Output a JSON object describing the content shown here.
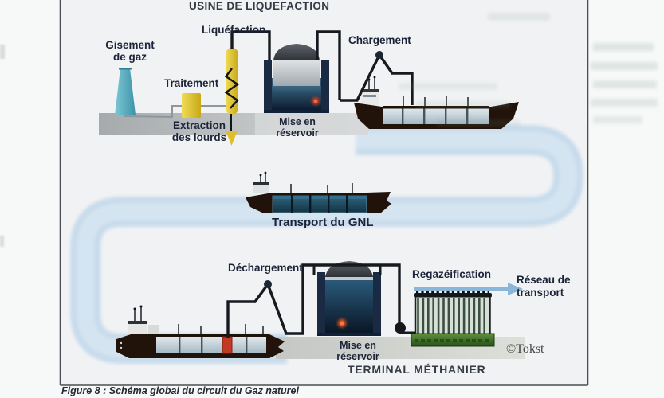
{
  "plant": {
    "title": "USINE DE LIQUEFACTION",
    "gisement_l1": "Gisement",
    "gisement_l2": "de gaz",
    "traitement": "Traitement",
    "liquefaction": "Liquéfaction",
    "extraction_l1": "Extraction",
    "extraction_l2": "des lourds",
    "mise_en_reservoir": "Mise en réservoir",
    "chargement": "Chargement"
  },
  "voyage": {
    "transport_gnl": "Transport du GNL"
  },
  "terminal": {
    "title": "TERMINAL MÉTHANIER",
    "dechargement": "Déchargement",
    "mise_en_reservoir": "Mise en réservoir",
    "regazeification": "Regazéification",
    "reseau_l1": "Réseau de",
    "reseau_l2": "transport"
  },
  "credit": "©Tokst",
  "caption": "Figure 8 : Schéma global du circuit du Gaz naturel",
  "icons": {
    "flow_arrow": "regazeification-to-network-arrow",
    "loading_arm_joint": "articulated-arm-joint",
    "pump": "lng-pump"
  },
  "colors": {
    "label": "#1b2438",
    "title": "#343b45",
    "band": "#c7dbec",
    "pipe": "#16191e",
    "yellow": "#ddbf2c",
    "teal": "#55afc2",
    "arrow": "#8ab6d9",
    "hull": "#211309",
    "red": "#c23a24",
    "frame": "#4c4f53"
  }
}
